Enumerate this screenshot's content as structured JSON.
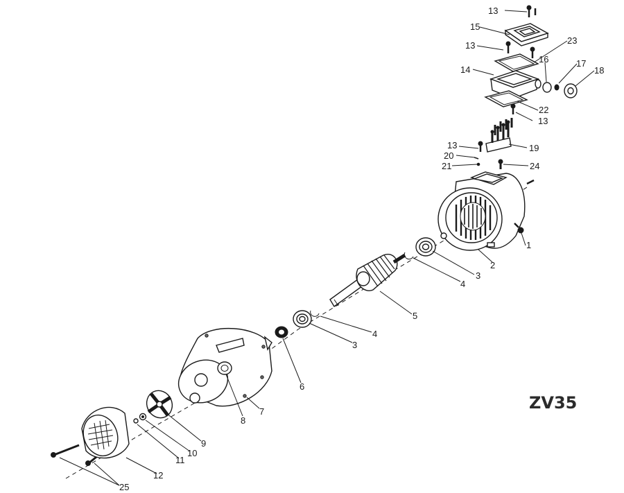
{
  "model": "ZV35",
  "callouts": {
    "p1": "1",
    "p2": "2",
    "p3a": "3",
    "p3b": "3",
    "p4a": "4",
    "p4b": "4",
    "p5": "5",
    "p6": "6",
    "p7": "7",
    "p8": "8",
    "p9": "9",
    "p10": "10",
    "p11": "11",
    "p12": "12",
    "p13a": "13",
    "p13b": "13",
    "p13c": "13",
    "p13d": "13",
    "p14": "14",
    "p15": "15",
    "p16": "16",
    "p17": "17",
    "p18": "18",
    "p19": "19",
    "p20": "20",
    "p21": "21",
    "p22": "22",
    "p23": "23",
    "p24": "24",
    "p25": "25"
  }
}
